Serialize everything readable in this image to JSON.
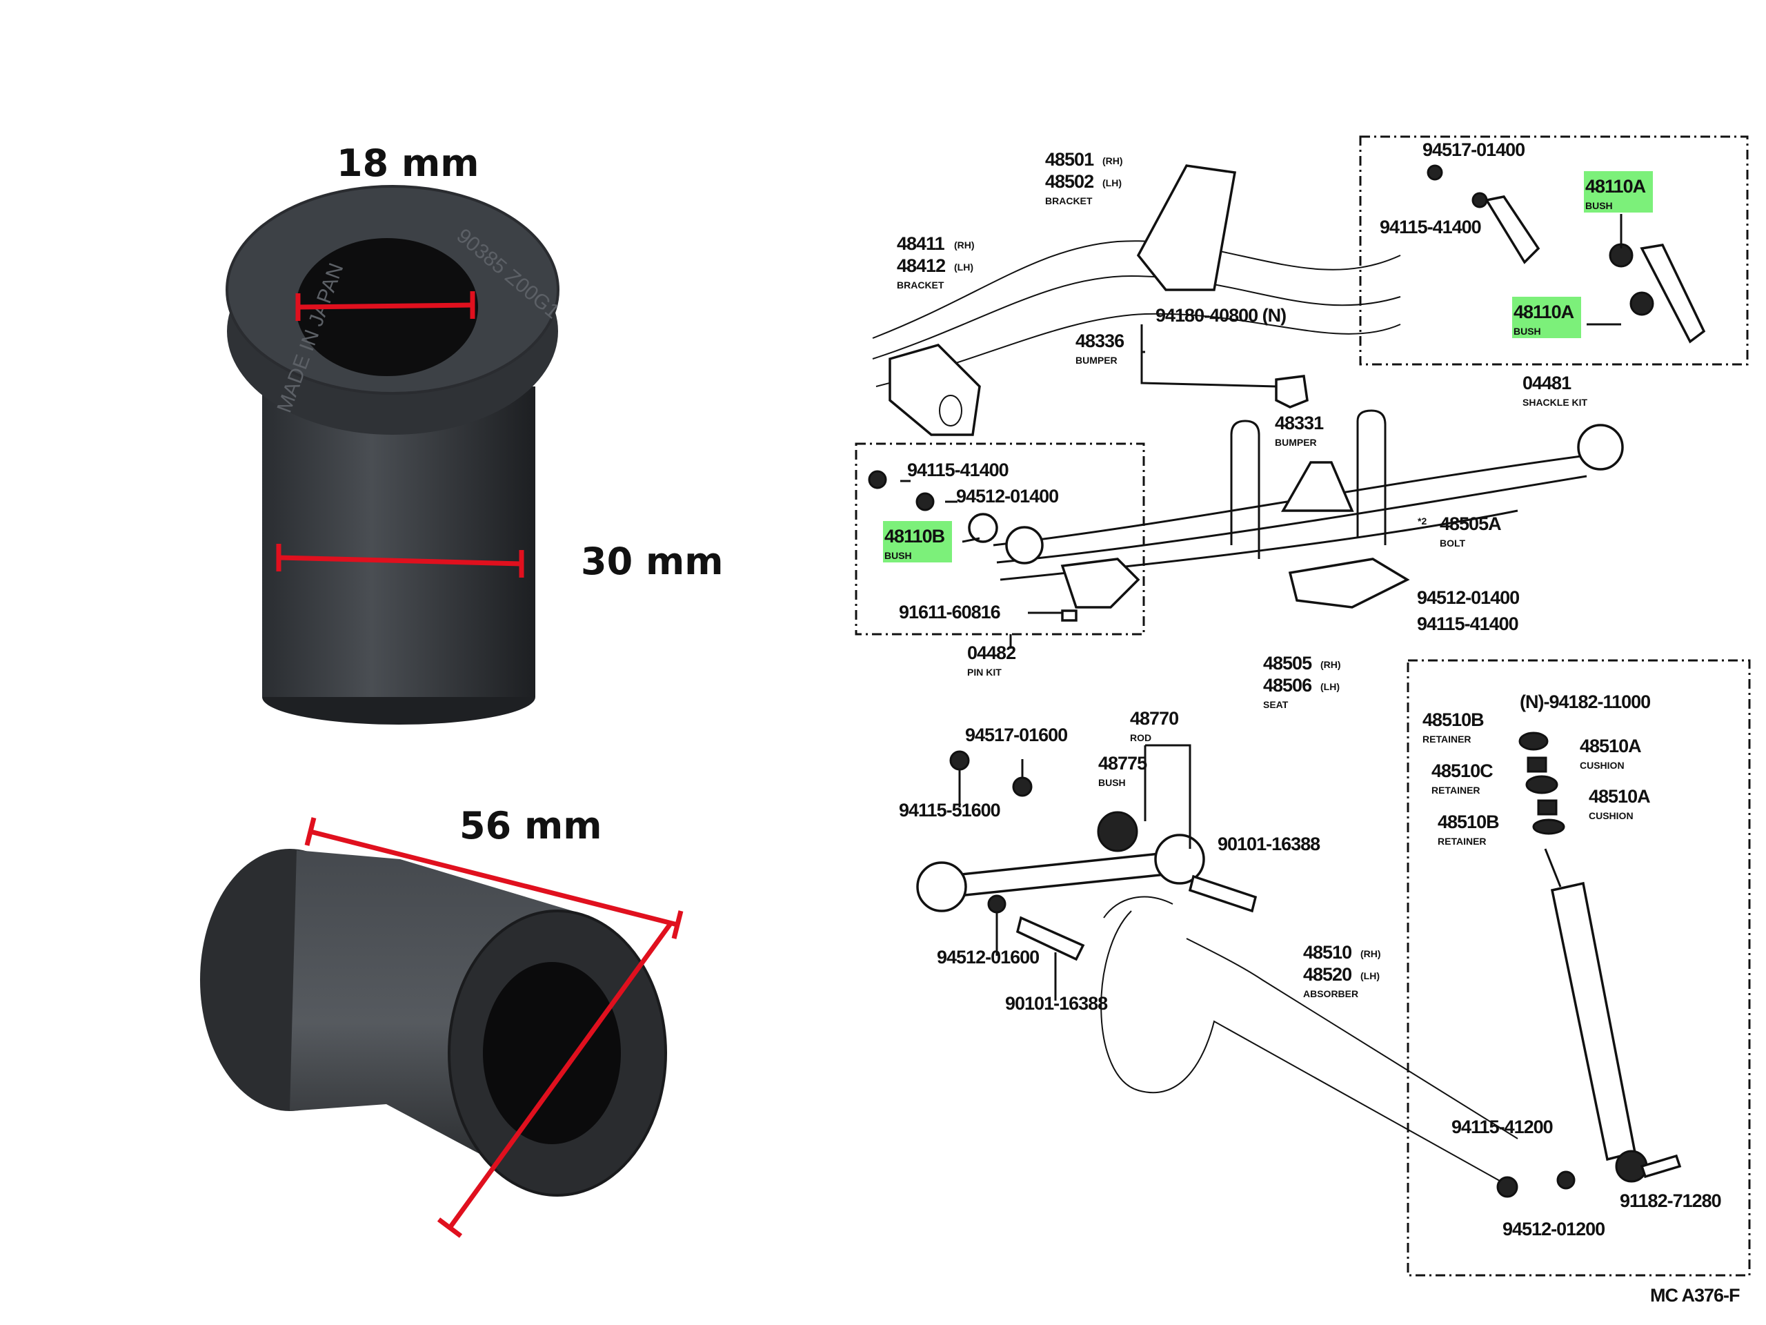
{
  "dimensions": {
    "inner_diameter": "18 mm",
    "outer_diameter": "30 mm",
    "length": "56 mm",
    "line_color": "#e0101e"
  },
  "bushing_markings": {
    "side_text": "MADE IN JAPAN",
    "code": "90385 Z00G1"
  },
  "diagram": {
    "highlight_color": "#7CF07A",
    "ref_code": "MC A376-F",
    "labels": [
      {
        "part": "48501",
        "side": "(RH)"
      },
      {
        "part": "48502",
        "side": "(LH)",
        "desc": "BRACKET"
      },
      {
        "part": "48411",
        "side": "(RH)"
      },
      {
        "part": "48412",
        "side": "(LH)",
        "desc": "BRACKET"
      },
      {
        "part": "94180-40800 (N)"
      },
      {
        "part": "48336",
        "desc": "BUMPER"
      },
      {
        "part": "94517-01400"
      },
      {
        "part": "94115-41400"
      },
      {
        "part": "48110A",
        "desc": "BUSH"
      },
      {
        "part": "48110A",
        "desc": "BUSH"
      },
      {
        "part": "04481",
        "desc": "SHACKLE KIT"
      },
      {
        "part": "48331",
        "desc": "BUMPER"
      },
      {
        "part": "94115-41400"
      },
      {
        "part": "94512-01400"
      },
      {
        "part": "48110B",
        "desc": "BUSH"
      },
      {
        "part": "91611-60816"
      },
      {
        "part": "04482",
        "desc": "PIN KIT"
      },
      {
        "part": "48505A",
        "desc": "BOLT",
        "note": "*2"
      },
      {
        "part": "94512-01400"
      },
      {
        "part": "94115-41400"
      },
      {
        "part": "48505",
        "side": "(RH)"
      },
      {
        "part": "48506",
        "side": "(LH)",
        "desc": "SEAT"
      },
      {
        "part": "(N)-94182-11000"
      },
      {
        "part": "48510B",
        "desc": "RETAINER"
      },
      {
        "part": "48510A",
        "desc": "CUSHION"
      },
      {
        "part": "48510C",
        "desc": "RETAINER"
      },
      {
        "part": "48510A",
        "desc": "CUSHION"
      },
      {
        "part": "48510B",
        "desc": "RETAINER"
      },
      {
        "part": "94517-01600"
      },
      {
        "part": "48770",
        "desc": "ROD"
      },
      {
        "part": "48775",
        "desc": "BUSH"
      },
      {
        "part": "94115-51600"
      },
      {
        "part": "90101-16388"
      },
      {
        "part": "94512-01600"
      },
      {
        "part": "90101-16388"
      },
      {
        "part": "48510",
        "side": "(RH)"
      },
      {
        "part": "48520",
        "side": "(LH)",
        "desc": "ABSORBER"
      },
      {
        "part": "94115-41200"
      },
      {
        "part": "91182-71280"
      },
      {
        "part": "94512-01200"
      }
    ]
  }
}
